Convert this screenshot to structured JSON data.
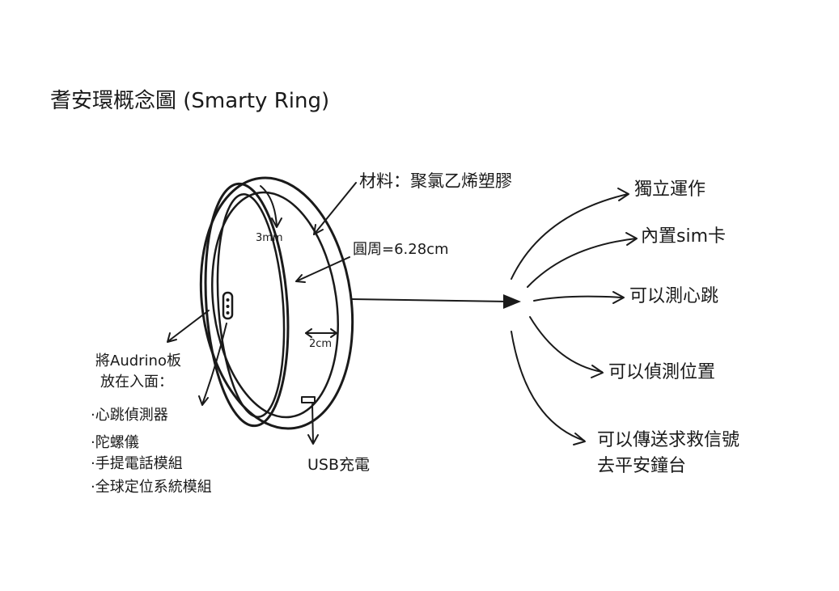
{
  "title": "耆安環概念圖 (Smarty Ring)",
  "ring": {
    "material": "材料：聚氯乙烯塑膠",
    "circumference": "圓周=6.28cm",
    "thickness": "3mm",
    "width": "2cm",
    "usb": "USB充電"
  },
  "inside": {
    "heading_line1": "將Audrino板",
    "heading_line2": "放在入面：",
    "items": [
      "·心跳偵測器",
      "·陀螺儀",
      "·手提電話模組",
      "·全球定位系統模組"
    ]
  },
  "functions": [
    "獨立運作",
    "內置sim卡",
    "可以測心跳",
    "可以偵測位置",
    "可以傳送求救信號",
    "去平安鐘台"
  ]
}
